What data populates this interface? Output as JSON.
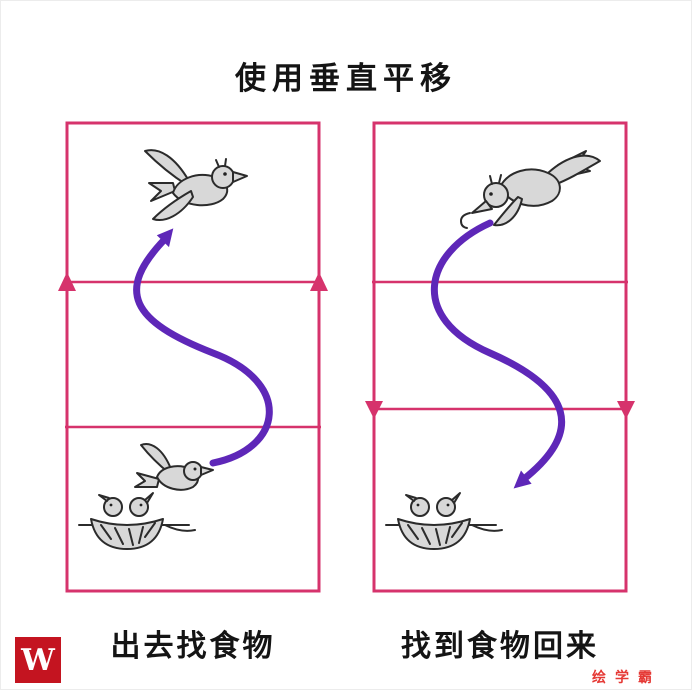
{
  "title": "使用垂直平移",
  "panels": [
    {
      "caption": "出去找食物",
      "tick_direction": "up"
    },
    {
      "caption": "找到食物回来",
      "tick_direction": "down"
    }
  ],
  "watermark": {
    "logo_letter": "W",
    "brand": "绘学霸"
  },
  "colors": {
    "frame": "#d6336c",
    "arrow": "#5e27b8",
    "logo_bg": "#c41420",
    "brand_text": "#e53935",
    "bird_fill": "#d8d8d8",
    "ink": "#2b2b2b"
  }
}
